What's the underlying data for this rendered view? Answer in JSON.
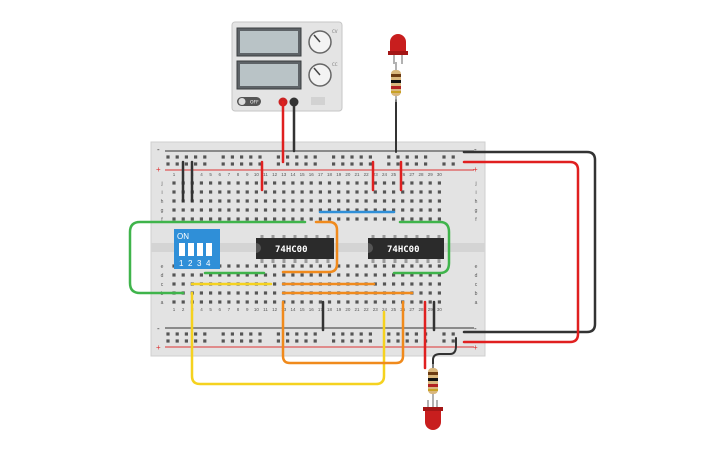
{
  "power_supply": {
    "knob_labels": [
      "CV",
      "CC"
    ],
    "off_label": "OFF"
  },
  "dip_switch": {
    "on_label": "ON",
    "switch_numbers": [
      "1",
      "2",
      "3",
      "4"
    ]
  },
  "chips": [
    {
      "label": "74HC00"
    },
    {
      "label": "74HC00"
    }
  ],
  "breadboard": {
    "rail_minus": "-",
    "rail_plus": "+",
    "row_letters_top": [
      "f",
      "g",
      "h",
      "i",
      "j"
    ],
    "row_letters_bottom": [
      "a",
      "b",
      "c",
      "d",
      "e"
    ],
    "column_numbers": [
      "1",
      "2",
      "3",
      "4",
      "5",
      "6",
      "7",
      "8",
      "9",
      "10",
      "11",
      "12",
      "13",
      "14",
      "15",
      "16",
      "17",
      "18",
      "19",
      "20",
      "21",
      "22",
      "23",
      "24",
      "25",
      "26",
      "27",
      "28",
      "29",
      "30"
    ]
  },
  "colors": {
    "wire_red": "#e02020",
    "wire_black": "#333333",
    "wire_green": "#3fb44b",
    "wire_yellow": "#f5d21f",
    "wire_orange": "#f08a1c",
    "wire_blue": "#2f8fd8",
    "led_red": "#c81e1e",
    "dip_blue": "#2f8fd8",
    "chip_body": "#2b2b2b"
  }
}
